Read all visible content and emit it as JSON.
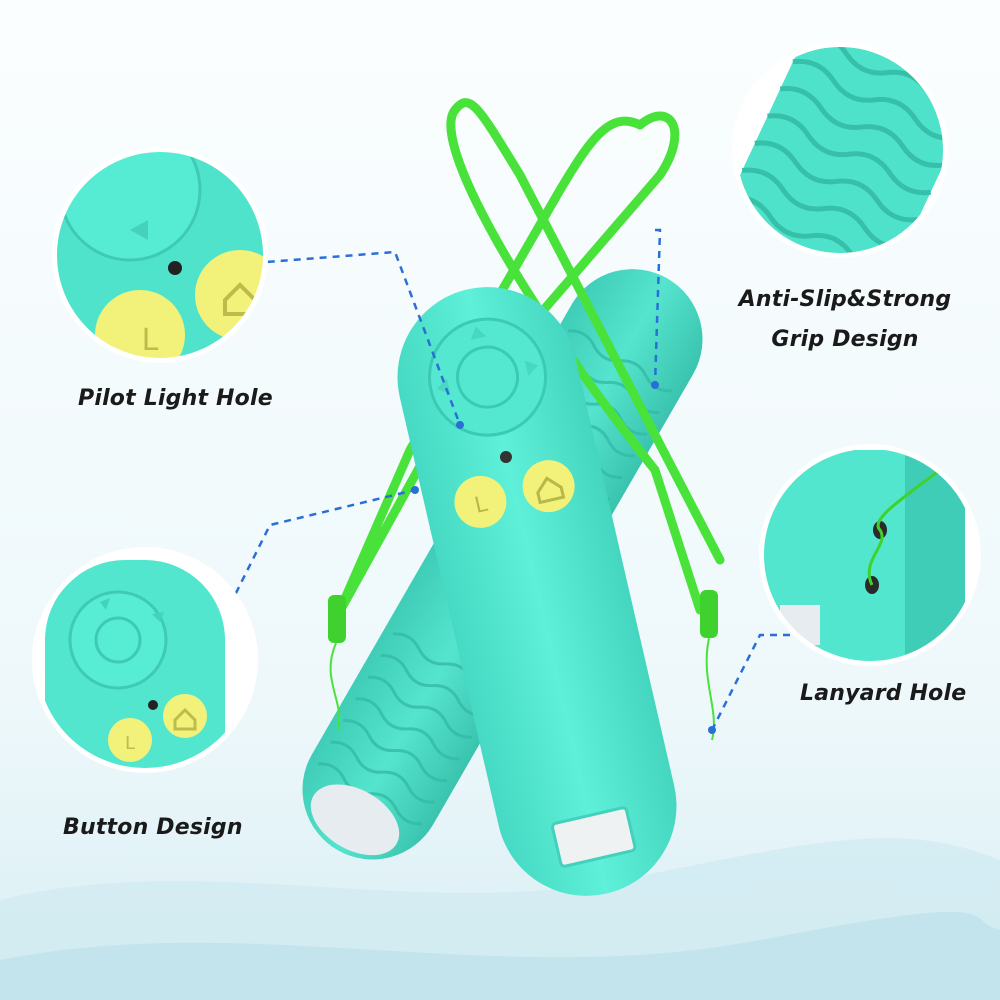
{
  "palette": {
    "background": "#f4fbfd",
    "case_teal": "#52e6cf",
    "case_shadow": "#3fcdb8",
    "button_yellow": "#f2f27a",
    "lanyard_green": "#49e23a",
    "callout_blue": "#2a6fd6",
    "text": "#1a1a1a"
  },
  "callouts": {
    "pilot_light_hole": {
      "label": "Pilot Light Hole"
    },
    "grip_design": {
      "line1": "Anti-Slip&Strong",
      "line2": "Grip Design"
    },
    "button_design": {
      "label": "Button Design"
    },
    "lanyard_hole": {
      "label": "Lanyard Hole"
    }
  },
  "icons": [
    "l-button-icon",
    "home-button-icon",
    "dpad-icon",
    "arrow-icon"
  ]
}
